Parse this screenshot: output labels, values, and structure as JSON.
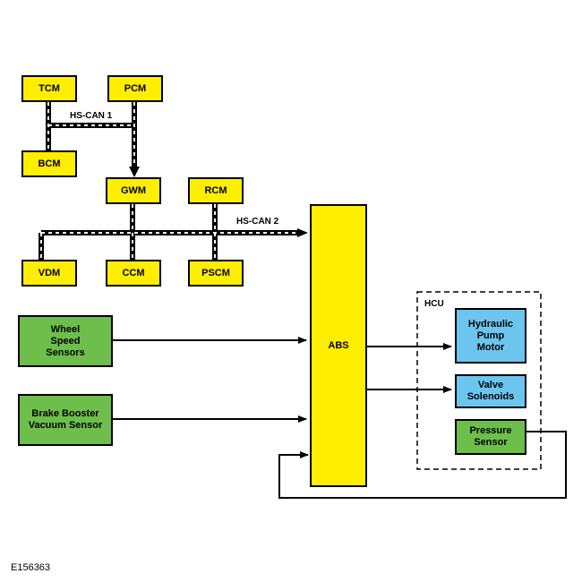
{
  "modules": {
    "tcm": "TCM",
    "pcm": "PCM",
    "bcm": "BCM",
    "gwm": "GWM",
    "rcm": "RCM",
    "vdm": "VDM",
    "ccm": "CCM",
    "pscm": "PSCM",
    "abs": "ABS"
  },
  "inputs": {
    "wheel_speed": "Wheel\nSpeed\nSensors",
    "brake_booster": "Brake Booster\nVacuum Sensor"
  },
  "hcu": {
    "label": "HCU",
    "pump": "Hydraulic\nPump\nMotor",
    "valves": "Valve\nSolenoids",
    "pressure": "Pressure\nSensor"
  },
  "networks": {
    "can1": "HS-CAN 1",
    "can2": "HS-CAN 2"
  },
  "figure_id": "E156363",
  "colors": {
    "module": "#ffee00",
    "sensor": "#6dbe4b",
    "actuator": "#6cc5ee"
  }
}
